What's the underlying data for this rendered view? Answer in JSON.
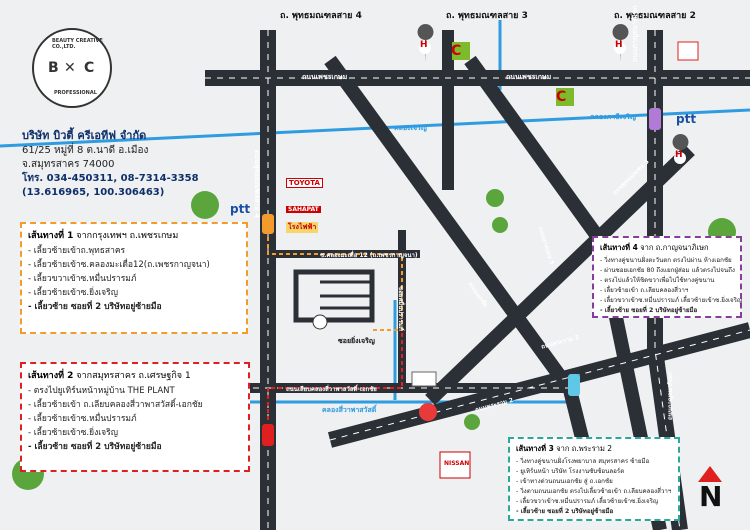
{
  "company": {
    "name": "บริษัท บิวตี้ ครีเอทีฟ จำกัด",
    "address_line1": "61/25 หมู่ที่ 8 ต.นาดี อ.เมือง",
    "address_line2": "จ.สมุทรสาคร 74000",
    "phone": "โทร. 034-450311, 08-7314-3358",
    "coordinates": "(13.616965, 100.306463)"
  },
  "logo": {
    "top_text": "BEAUTY CREATIVE CO.,LTD.",
    "left_letter": "B",
    "right_letter": "C",
    "bottom_text": "PROFESSIONAL"
  },
  "road_labels": {
    "putthamonthon4": "ถ. พุทธมณฑลสาย 4",
    "putthamonthon3": "ถ. พุทธมณฑลสาย 3",
    "putthamonthon2": "ถ. พุทธมณฑลสาย 2",
    "phetkasem": "ถนนเพชรเกษม",
    "canal_charoen": "คลองเจริญ",
    "canal_charoen2": "คลองภาษีเจริญ",
    "kanchanaphisek": "ถนนกาญจนาภิเษก",
    "putthamonthon_sai4_vertical": "ถนนพุทธมณฑลสาย 4",
    "soi_om_noi": "ซ.คลองมะเดื่อ 12 (ถ.เพชรกาญจนา)",
    "soi_charoen": "ซอยยิ่งเจริญ",
    "soi_muen": "ซอยหมื่นปรารมภ์",
    "liap_khlong": "ถนนเลียบคลองสี่วาพาสวัสดิ์-เอกชัย",
    "khlong_si_wa": "คลองสี่วาพาสวัสดิ์",
    "ekachai": "ถนนเอกชัย",
    "phra_ram2_a": "ถนนพระราม 2",
    "phra_ram2_b": "ถนนพระราม 2",
    "mahachai_label": "ถนนพุทธมณฑล 3",
    "bangkhun": "ถนนบางบอน 5",
    "setthakit": "ถนนเศรษฐกิจ 1",
    "kanchana_right": "ถนนกาญจนาภิเษก"
  },
  "brands": {
    "ptt1": "ptt",
    "ptt2": "ptt",
    "toyota": "TOYOTA",
    "sign1": "SAHAPAT",
    "sign2": "โรงไฟฟ้า",
    "nissan": "NISSAN",
    "hospital": "H"
  },
  "route1": {
    "title": "เส้นทางที่ 1",
    "subtitle": " จากกรุงเทพฯ ถ.เพชรเกษม",
    "steps": [
      "- เลี้ยวซ้ายเข้าถ.พุทธสาคร",
      "- เลี้ยวซ้ายเข้าซ.คลองมะเดื่อ12(ถ.เพชรกาญจนา)",
      "- เลี้ยวขวาเข้าซ.หมื่นปรารมภ์",
      "- เลี้ยวซ้ายเข้าซ.ยิ่งเจริญ",
      "- เลี้ยวซ้าย ซอยที่ 2 บริษัทอยู่ซ้ายมือ"
    ]
  },
  "route2": {
    "title": "เส้นทางที่ 2",
    "subtitle": " จากสมุทรสาคร ถ.เศรษฐกิจ 1",
    "steps": [
      "- ตรงไปยูเทิร์นหน้าหมู่บ้าน THE PLANT",
      "- เลี้ยวซ้ายเข้า ถ.เลียบคลองสี่วาพาสวัสดิ์-เอกชัย",
      "- เลี้ยวซ้ายเข้าซ.หมื่นปรารมภ์",
      "- เลี้ยวซ้ายเข้าซ.ยิ่งเจริญ",
      "- เลี้ยวซ้าย ซอยที่ 2 บริษัทอยู่ซ้ายมือ"
    ]
  },
  "route3": {
    "title": "เส้นทางที่ 3",
    "subtitle": " จาก ถ.พระราม 2",
    "steps": [
      "- วิ่งทางคู่ขนานฝั่งโรงพยาบาล สมุทรสาคร ซ้ายมือ",
      "- ยูเทิร์นหน้า บริษัท โรงงานซับซ้อนลอร์ด",
      "- เข้าทางด่วนถนนเอกชัย สู่ ถ.เอกชัย",
      "- วิ่งตามถนนเอกชัย ตรงไปเลี้ยวซ้ายเข้า ถ.เลียบคลองสี่วาฯ",
      "- เลี้ยวขวาเข้าซ.หมื่นปรารมภ์ เลี้ยวซ้ายเข้าซ.ยิ่งเจริญ",
      "- เลี้ยวซ้าย ซอยที่ 2 บริษัทอยู่ซ้ายมือ"
    ]
  },
  "route4": {
    "title": "เส้นทางที่ 4",
    "subtitle": " จาก ถ.กาญจนาภิเษก",
    "steps": [
      "- วิ่งทางคู่ขนานฝั่งตะวันตก ตรงไปผ่าน ห้างเอกชัย",
      "- ผ่านซอยเอกชัย 80 ถึงแยกฝู่ส่อม แล้วตรงไปจนถึง",
      "- ตรงไปแล้วให้ชิดขวาเพื่อไปใช้ทางคู่ขนาน",
      "- เลี้ยวซ้ายเข้า ถ.เลียบคลองสี่วาฯ",
      "- เลี้ยวขวาเข้าซ.หมื่นปรารมภ์ เลี้ยวซ้ายเข้าซ.ยิ่งเจริญ",
      "- เลี้ยวซ้าย ซอยที่ 2 บริษัทอยู่ซ้ายมือ"
    ]
  },
  "north": "N",
  "colors": {
    "road": "#2b2f36",
    "canal": "#2f9be0",
    "route1": "#f39c2b",
    "route2": "#e02020",
    "route3": "#2aa89a",
    "route4": "#8a3b9e",
    "company_text": "#0f2f6b"
  }
}
